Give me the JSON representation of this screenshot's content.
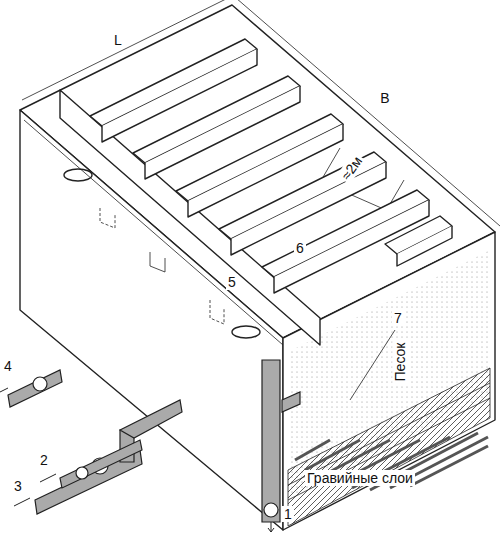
{
  "diagram": {
    "labels": [
      "L",
      "B",
      "≈2м",
      "5",
      "6",
      "7",
      "4",
      "3",
      "2",
      "1",
      "Песок",
      "Гравийные слои"
    ]
  }
}
